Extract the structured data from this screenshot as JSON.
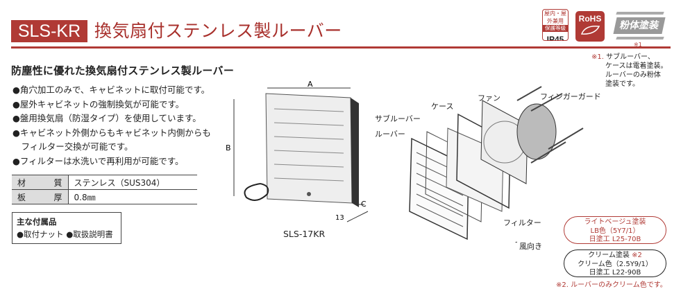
{
  "header": {
    "model": "SLS-KR",
    "title": "換気扇付ステンレス製ルーバー"
  },
  "badges": {
    "ip_top": "屋内・屋外兼用",
    "ip_mid": "保護等級",
    "ip_rating": "IP45",
    "rohs": "RoHS",
    "powder": "粉体塗装",
    "powder_ref": "※1"
  },
  "note1": {
    "mark": "※1.",
    "lines": [
      "サブルーバー、",
      "ケースは電着塗装。",
      "ルーバーのみ粉体",
      "塗装です。"
    ]
  },
  "subtitle": "防塵性に優れた換気扇付ステンレス製ルーバー",
  "features": [
    "●角穴加工のみで、キャビネットに取付可能です。",
    "●屋外キャビネットの強制換気が可能です。",
    "●盤用換気扇（防湿タイプ）を使用しています。",
    "●キャビネット外側からもキャビネット内側からも",
    "　フィルター交換が可能です。",
    "●フィルターは水洗いで再利用が可能です。"
  ],
  "spec": [
    {
      "label": "材質",
      "value": "ステンレス（SUS304）"
    },
    {
      "label": "板厚",
      "value": "0.8㎜"
    }
  ],
  "accessories": {
    "title": "主な付属品",
    "items": "●取付ナット ●取扱説明書"
  },
  "drawing": {
    "dim_a": "A",
    "dim_b": "B",
    "dim_c": "C",
    "dim_13": "13",
    "caption": "SLS-17KR"
  },
  "exploded": {
    "case": "ケース",
    "fan": "ファン",
    "finger_guard": "フィンガーガード",
    "sub_louver": "サブルーバー",
    "louver": "ルーバー",
    "filter": "フィルター",
    "airflow": "風向き"
  },
  "colors": [
    {
      "lines": [
        "ライトベージュ塗装",
        "LB色（5Y7/1）",
        "日塗工 L25-70B"
      ],
      "accent": "#b03a35"
    },
    {
      "lines": [
        "クリーム塗装",
        "クリーム色（2.5Y9/1）",
        "日塗工 L22-90B"
      ],
      "ref": "※2"
    }
  ],
  "note2": "※2. ルーバーのみクリーム色です。"
}
